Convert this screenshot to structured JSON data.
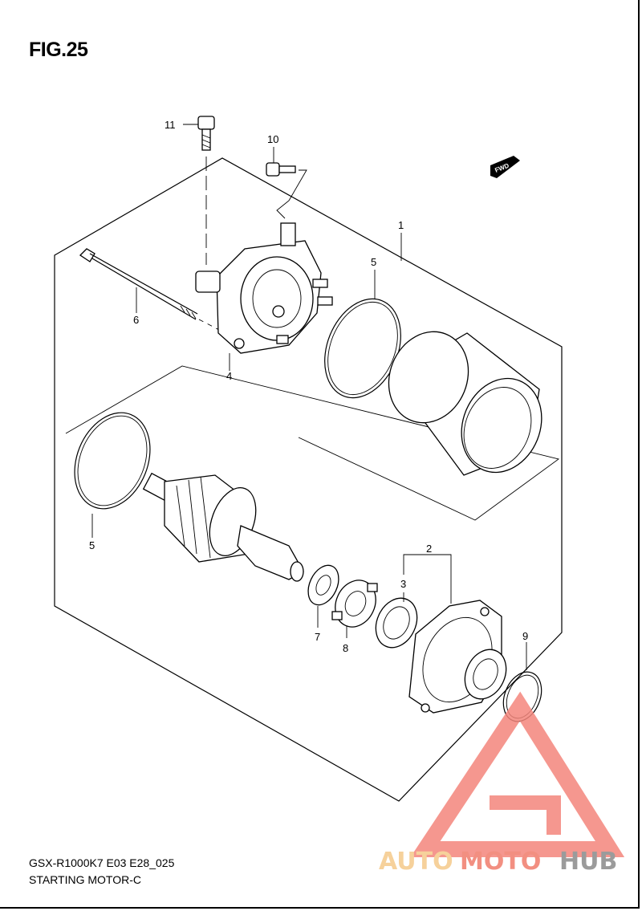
{
  "figure": {
    "title": "FIG.25",
    "model_code": "GSX-R1000K7 E03 E28_025",
    "subtitle": "STARTING MOTOR-C"
  },
  "direction_tag": "FWD",
  "callouts": [
    {
      "id": "1",
      "label": "1"
    },
    {
      "id": "2",
      "label": "2"
    },
    {
      "id": "3",
      "label": "3"
    },
    {
      "id": "4",
      "label": "4"
    },
    {
      "id": "5a",
      "label": "5"
    },
    {
      "id": "5b",
      "label": "5"
    },
    {
      "id": "6",
      "label": "6"
    },
    {
      "id": "7",
      "label": "7"
    },
    {
      "id": "8",
      "label": "8"
    },
    {
      "id": "9",
      "label": "9"
    },
    {
      "id": "10",
      "label": "10"
    },
    {
      "id": "11",
      "label": "11"
    }
  ],
  "watermark": {
    "part1": "AUTO",
    "part2": "MOTO",
    "part3": "HUB",
    "colors": {
      "auto": "#f5c98a",
      "moto": "#f07c6c",
      "hub": "#8a8a8a",
      "triangle": "#f4867c"
    }
  }
}
